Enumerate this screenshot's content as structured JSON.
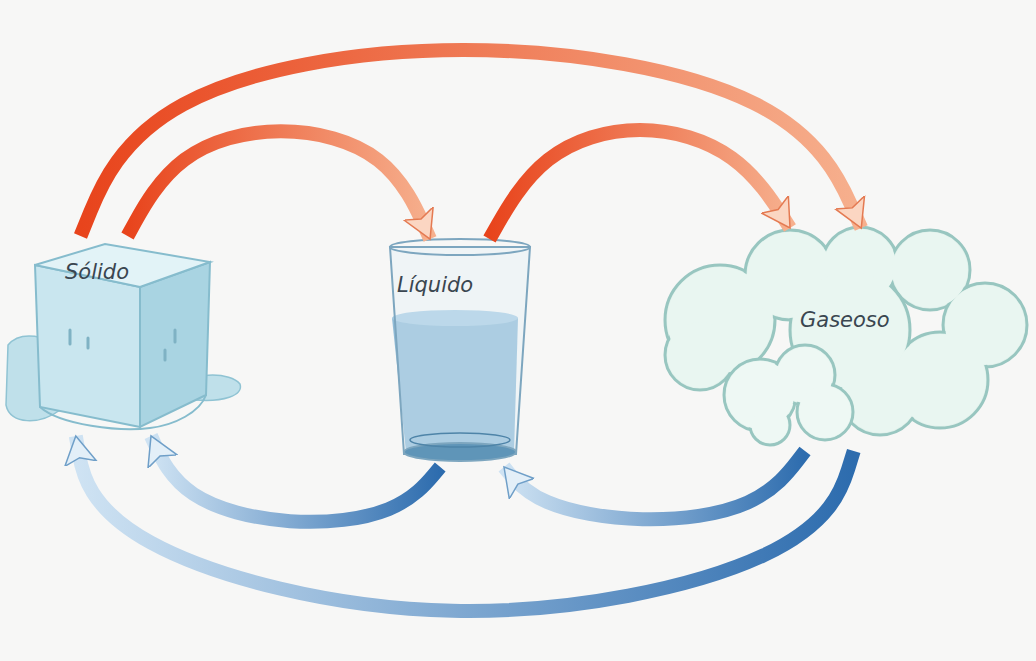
{
  "diagram": {
    "nodes": [
      {
        "text": [
          "Sólido"
        ]
      },
      {
        "text": [
          "Líquido"
        ]
      },
      {
        "text": [
          "Gaseoso"
        ]
      }
    ],
    "edges": [
      {
        "from": 0,
        "to": 1,
        "arrow": "to"
      },
      {
        "from": 1,
        "to": 2,
        "arrow": "to"
      },
      {
        "from": 0,
        "to": 2,
        "arrow": "to"
      },
      {
        "from": 1,
        "to": 0,
        "arrow": "to"
      },
      {
        "from": 2,
        "to": 1,
        "arrow": "to"
      },
      {
        "from": 2,
        "to": 0,
        "arrow": "to"
      }
    ]
  }
}
